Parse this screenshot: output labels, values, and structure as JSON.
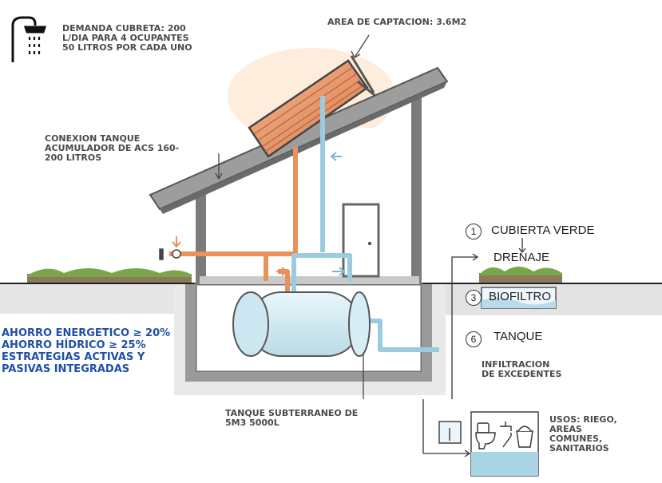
{
  "labels": {
    "demanda": "DEMANDA CUBRETA: 200\nL/DIA PARA 4 OCUPANTES\n50 LITROS POR CADA UNO",
    "area": "AREA DE CAPTACION: 3.6M2",
    "conexion": "CONEXION TANQUE\nACUMULADOR DE ACS 160-\n200 LITROS",
    "ahorro": "AHORRO ENERGETICO  ≥ 20%\nAHORRO HÍDRICO ≥ 25%\nESTRATEGIAS ACTIVAS Y\nPASIVAS INTEGRADAS",
    "tanque_sub": "TANQUE SUBTERRANEO DE\n5M3 5000L",
    "infiltracion": "INFILTRACION\nDE EXCEDENTES",
    "usos": "USOS: RIEGO,\nAREAS\nCOMUNES,\nSANITARIOS"
  },
  "steps": [
    {
      "num": "1",
      "label": "CUBIERTA VERDE"
    },
    {
      "num": "",
      "label": "DRENAJE"
    },
    {
      "num": "3",
      "label": "BIOFILTRO"
    },
    {
      "num": "6",
      "label": "TANQUE"
    }
  ],
  "colors": {
    "hot_pipe": "#e8915a",
    "cold_pipe": "#9ccbe0",
    "ahorro_text": "#1f4fa8",
    "grass": "#7aa64a"
  },
  "icons": [
    "shower-icon",
    "solar-panel-icon",
    "water-tank-icon",
    "toilet-icon",
    "faucet-icon",
    "bucket-icon"
  ]
}
